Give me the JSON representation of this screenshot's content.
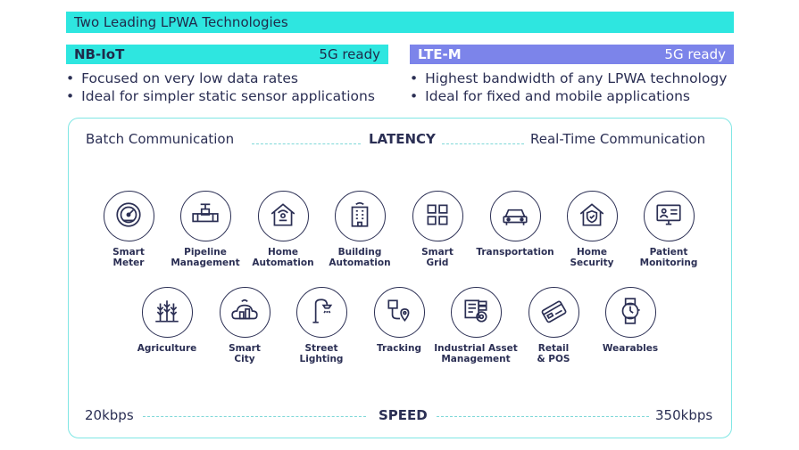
{
  "title": "Two Leading LPWA Technologies",
  "nbiot": {
    "name": "NB-IoT",
    "badge": "5G ready",
    "bullets": [
      "Focused on very low data rates",
      "Ideal for simpler static sensor applications"
    ]
  },
  "ltem": {
    "name": "LTE-M",
    "badge": "5G ready",
    "bullets": [
      "Highest bandwidth of any LPWA technology",
      "Ideal for fixed and mobile applications"
    ]
  },
  "latency": {
    "left": "Batch Communication",
    "center": "LATENCY",
    "right": "Real-Time Communication"
  },
  "speed": {
    "left": "20kbps",
    "center": "SPEED",
    "right": "350kbps"
  },
  "row1": [
    {
      "l1": "Smart",
      "l2": "Meter",
      "icon": "gauge-icon"
    },
    {
      "l1": "Pipeline",
      "l2": "Management",
      "icon": "pipe-valve-icon"
    },
    {
      "l1": "Home",
      "l2": "Automation",
      "icon": "smart-home-icon"
    },
    {
      "l1": "Building",
      "l2": "Automation",
      "icon": "building-icon"
    },
    {
      "l1": "Smart",
      "l2": "Grid",
      "icon": "grid-icon"
    },
    {
      "l1": "Transportation",
      "l2": "",
      "icon": "car-icon"
    },
    {
      "l1": "Home",
      "l2": "Security",
      "icon": "home-shield-icon"
    },
    {
      "l1": "Patient",
      "l2": "Monitoring",
      "icon": "monitor-patient-icon"
    }
  ],
  "row2": [
    {
      "l1": "Agriculture",
      "l2": "",
      "icon": "wheat-icon"
    },
    {
      "l1": "Smart",
      "l2": "City",
      "icon": "city-icon"
    },
    {
      "l1": "Street",
      "l2": "Lighting",
      "icon": "street-lamp-icon"
    },
    {
      "l1": "Tracking",
      "l2": "",
      "icon": "tracking-icon"
    },
    {
      "l1": "Industrial Asset",
      "l2": "Management",
      "icon": "asset-icon"
    },
    {
      "l1": "Retail",
      "l2": "& POS",
      "icon": "card-icon"
    },
    {
      "l1": "Wearables",
      "l2": "",
      "icon": "watch-icon"
    }
  ],
  "colors": {
    "cyan": "#2ee6e0",
    "purple": "#7c84ea",
    "navy": "#2b2f54",
    "frame": "#7fe6e4"
  }
}
